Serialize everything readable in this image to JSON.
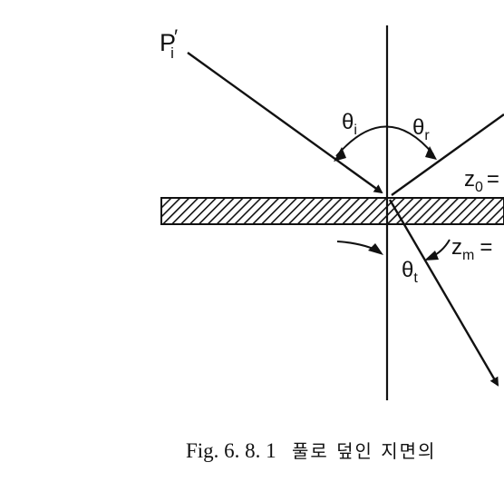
{
  "diagram": {
    "labels": {
      "incident_point": "P",
      "incident_point_prime": "′",
      "incident_point_sub": "i",
      "theta_i": "θ",
      "theta_i_sub": "i",
      "theta_r": "θ",
      "theta_r_sub": "r",
      "theta_t": "θ",
      "theta_t_sub": "t",
      "z0": "z",
      "z0_sub": "0",
      "z0_rel": "=",
      "zm": "z",
      "zm_sub": "m",
      "zm_rel": "="
    },
    "colors": {
      "ink": "#111111",
      "background": "#ffffff"
    }
  },
  "caption": {
    "number": "Fig. 6. 8. 1",
    "text": "풀로 덮인 지면의"
  }
}
